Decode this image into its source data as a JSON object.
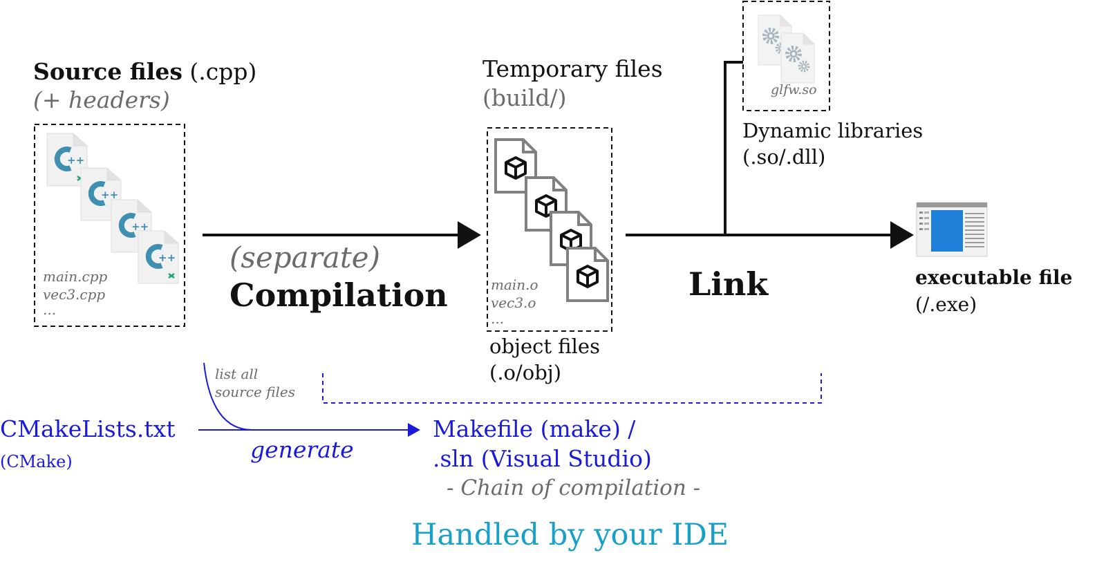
{
  "source": {
    "title_bold": "Source files",
    "title_ext": " (.cpp)",
    "subtitle": "(+ headers)",
    "files": [
      "main.cpp",
      "vec3.cpp",
      "..."
    ]
  },
  "compilation": {
    "separate": "(separate)",
    "label": "Compilation"
  },
  "temporary": {
    "title": "Temporary files",
    "subtitle": "(build/)",
    "files": [
      "main.o",
      "vec3.o",
      "..."
    ],
    "caption_1": "object files",
    "caption_2": "(.o/obj)"
  },
  "dynamic": {
    "file": "glfw.so",
    "caption_1": "Dynamic libraries",
    "caption_2": "(.so/.dll)"
  },
  "link": {
    "label": "Link"
  },
  "executable": {
    "title": "executable file",
    "subtitle": "(/.exe)"
  },
  "cmake": {
    "file": "CMakeLists.txt",
    "tool": "(CMake)",
    "list_note_1": "list all",
    "list_note_2": "source files",
    "generate": "generate"
  },
  "build_system": {
    "line_1": "Makefile (make) /",
    "line_2": ".sln (Visual Studio)",
    "chain": "- Chain of compilation -"
  },
  "ide": {
    "label": "Handled by your IDE"
  },
  "colors": {
    "ink": "#111111",
    "gray_text": "#6b6b6b",
    "cmake_blue": "#1a1adb",
    "ide_cyan": "#18a0c8",
    "cpp_icon": "#3f8fb0",
    "vs_accent": "#1aa37a",
    "exe_blue": "#1e7fd8"
  },
  "icons": [
    "cpp-file-icon",
    "object-file-icon",
    "gear-file-icon",
    "executable-window-icon"
  ]
}
